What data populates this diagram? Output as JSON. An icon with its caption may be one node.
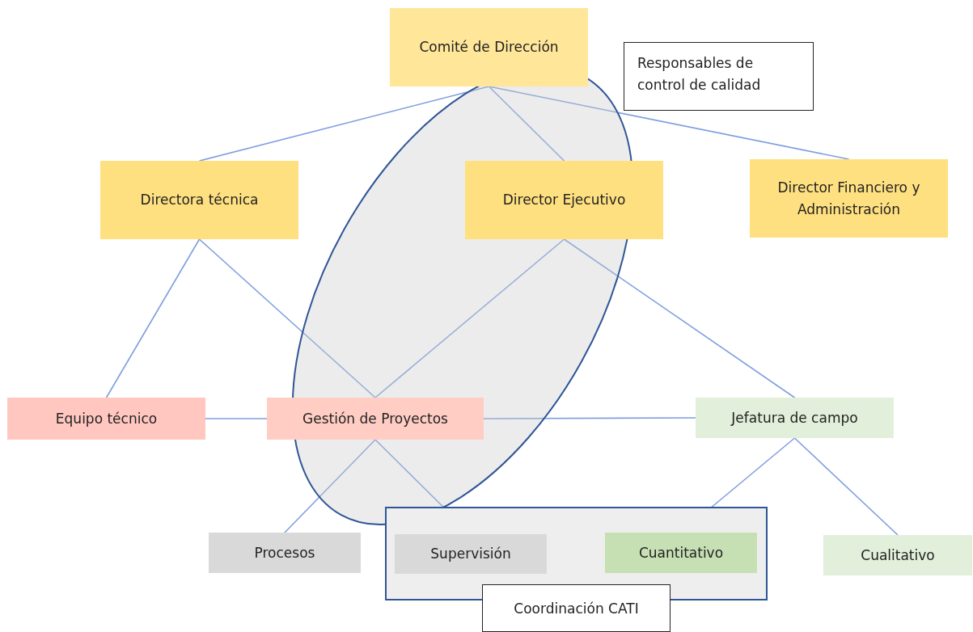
{
  "diagram": {
    "nodes": [
      {
        "text": [
          "Comité de Dirección"
        ]
      },
      {
        "text": [
          "Directora técnica"
        ]
      },
      {
        "text": [
          "Director Ejecutivo"
        ]
      },
      {
        "text": [
          "Director Financiero y Administración"
        ]
      },
      {
        "text": [
          "Equipo técnico"
        ]
      },
      {
        "text": [
          "Gestión de Proyectos"
        ]
      },
      {
        "text": [
          "Jefatura de campo"
        ]
      },
      {
        "text": [
          "Procesos"
        ]
      },
      {
        "text": [
          "Coordinación CATI"
        ]
      },
      {
        "text": [
          "Supervisión"
        ],
        "in": 8
      },
      {
        "text": [
          "Cuantitativo"
        ],
        "in": 8
      },
      {
        "text": [
          "Cualitativo"
        ]
      }
    ],
    "edges": [
      {
        "from": 0,
        "to": 1,
        "arrow": "none"
      },
      {
        "from": 0,
        "to": 2,
        "arrow": "none"
      },
      {
        "from": 0,
        "to": 3,
        "arrow": "none"
      },
      {
        "from": 1,
        "to": 4,
        "arrow": "none"
      },
      {
        "from": 1,
        "to": 5,
        "arrow": "none"
      },
      {
        "from": 2,
        "to": 5,
        "arrow": "none"
      },
      {
        "from": 2,
        "to": 6,
        "arrow": "none"
      },
      {
        "from": 4,
        "to": 5,
        "arrow": "none"
      },
      {
        "from": 5,
        "to": 6,
        "arrow": "none"
      },
      {
        "from": 5,
        "to": 7,
        "arrow": "none"
      },
      {
        "from": 5,
        "to": 9,
        "arrow": "none"
      },
      {
        "from": 6,
        "to": 10,
        "arrow": "none"
      },
      {
        "from": 6,
        "to": 11,
        "arrow": "none"
      }
    ],
    "labels": [
      "Responsables de control de calidad"
    ]
  }
}
